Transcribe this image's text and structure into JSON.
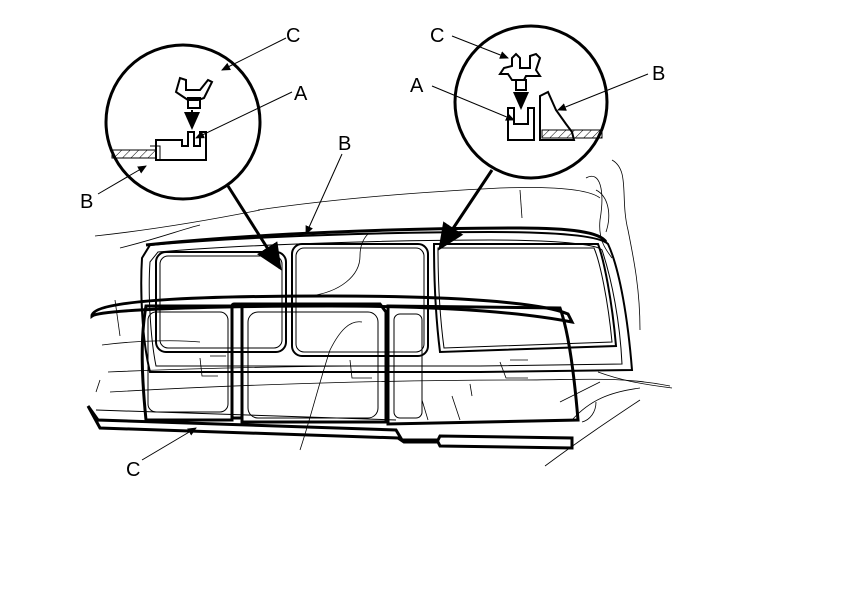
{
  "labels": {
    "left_inset_c": "C",
    "left_inset_a": "A",
    "left_inset_b": "B",
    "top_b": "B",
    "right_inset_c": "C",
    "right_inset_a": "A",
    "right_inset_b": "B",
    "bottom_c": "C"
  },
  "colors": {
    "line": "#000000",
    "background": "#ffffff"
  }
}
